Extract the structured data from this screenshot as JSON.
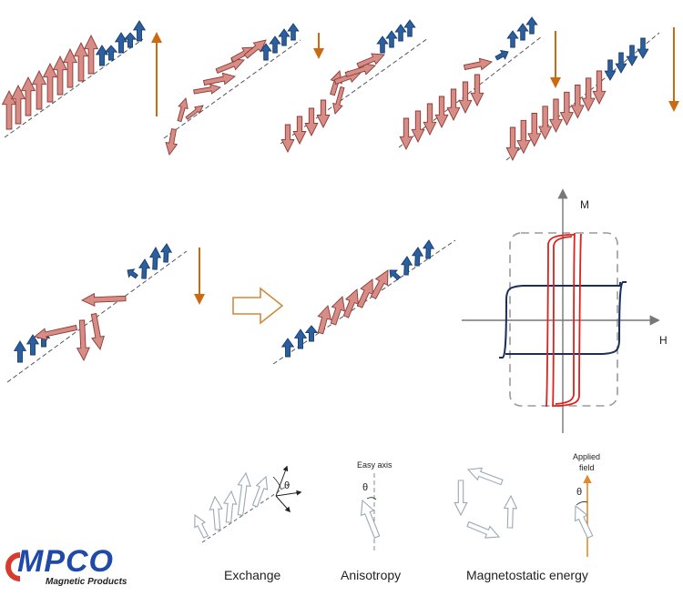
{
  "brand": {
    "name": "MPCO",
    "tagline": "Magnetic Products",
    "mark_color": "#d83a2e",
    "text_color": "#1f4aa8"
  },
  "hysteresis": {
    "m_axis_label": "M",
    "h_axis_label": "H"
  },
  "energy_terms": {
    "exchange": {
      "label": "Exchange",
      "angle_symbol": "θ"
    },
    "anisotropy": {
      "label": "Anisotropy",
      "axis_label": "Easy axis",
      "angle_symbol": "θ"
    },
    "magnetostatic": {
      "label": "Magnetostatic energy"
    },
    "zeeman": {
      "field_label_1": "Applied",
      "field_label_2": "field",
      "angle_symbol": "θ"
    }
  },
  "colors": {
    "moment_fill": "#d78c86",
    "moment_stroke": "#8b3b36",
    "pinned_fill": "#2b5f9e",
    "pinned_stroke": "#173c6e",
    "field_arrow": "#cc6a14",
    "loop_red": "#e0201a",
    "loop_navy": "#1a2f5c",
    "guide": "#555555",
    "box": "#9a9a9a",
    "axis": "#777777",
    "outline_arrow": "#c9d1da"
  }
}
